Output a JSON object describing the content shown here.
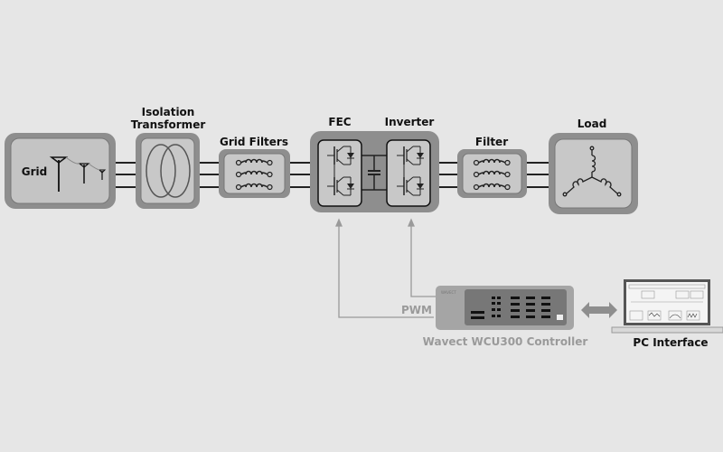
{
  "blocks": {
    "grid": "Grid",
    "transformer_line1": "Isolation",
    "transformer_line2": "Transformer",
    "grid_filters": "Grid Filters",
    "fec": "FEC",
    "inverter": "Inverter",
    "filter": "Filter",
    "load": "Load"
  },
  "controller": {
    "signal_label": "PWM",
    "name": "Wavect WCU300 Controller",
    "brand_mark": "WAVECT"
  },
  "pc": {
    "label": "PC Interface"
  },
  "colors": {
    "background": "#e6e6e6",
    "block_outer": "#8e8e8e",
    "block_inner": "#c4c4c4",
    "controller": "#a5a5a5",
    "signal_line": "#9a9a9a"
  }
}
